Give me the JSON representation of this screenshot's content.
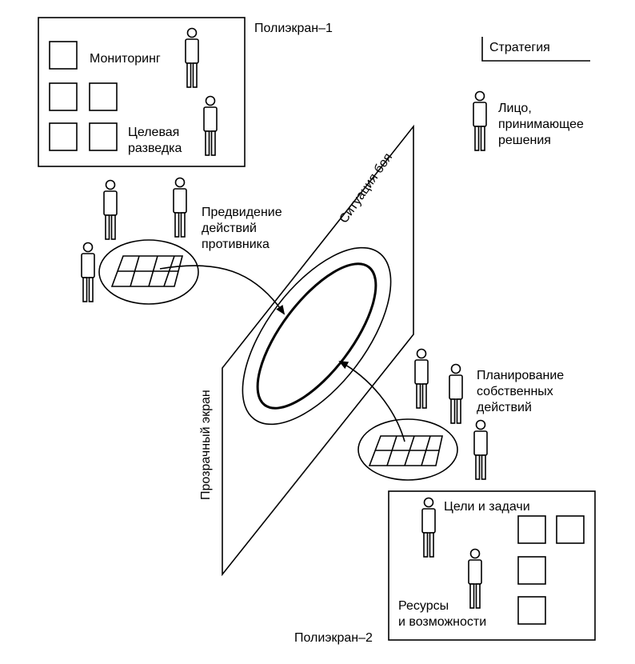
{
  "labels": {
    "polyscreen1": "Полиэкран–1",
    "polyscreen2": "Полиэкран–2",
    "monitoring": "Мониторинг",
    "target_recon_l1": "Целевая",
    "target_recon_l2": "разведка",
    "strategy": "Стратегия",
    "decision_maker_l1": "Лицо,",
    "decision_maker_l2": "принимающее",
    "decision_maker_l3": "решения",
    "combat_situation": "Ситуация боя",
    "foresight_l1": "Предвидение",
    "foresight_l2": "действий",
    "foresight_l3": "противника",
    "planning_l1": "Планирование",
    "planning_l2": "собственных",
    "planning_l3": "действий",
    "transparent_screen": "Прозрачный экран",
    "goals": "Цели и задачи",
    "resources_l1": "Ресурсы",
    "resources_l2": "и возможности"
  },
  "icons": [
    "person-icon",
    "arrow-icon",
    "grid-icon",
    "screen-panel-icon"
  ],
  "colors": {
    "ink": "#000000",
    "background": "#ffffff"
  }
}
